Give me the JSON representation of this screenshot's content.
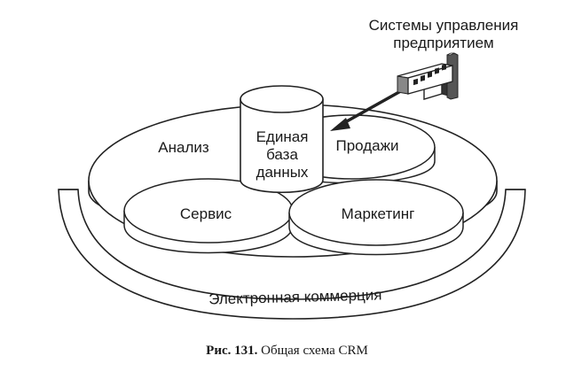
{
  "diagram": {
    "external_system": {
      "line1": "Системы управления",
      "line2": "предприятием",
      "icon": "factory-icon"
    },
    "database": {
      "line1": "Единая",
      "line2": "база",
      "line3": "данных",
      "icon": "database-cylinder"
    },
    "modules": {
      "analysis": "Анализ",
      "sales": "Продажи",
      "service": "Сервис",
      "marketing": "Маркетинг"
    },
    "ecommerce_label": "Электронная коммерция",
    "connector": "double-headed-arrow"
  },
  "caption": {
    "prefix": "Рис. 131.",
    "text": "Общая схема CRM"
  }
}
